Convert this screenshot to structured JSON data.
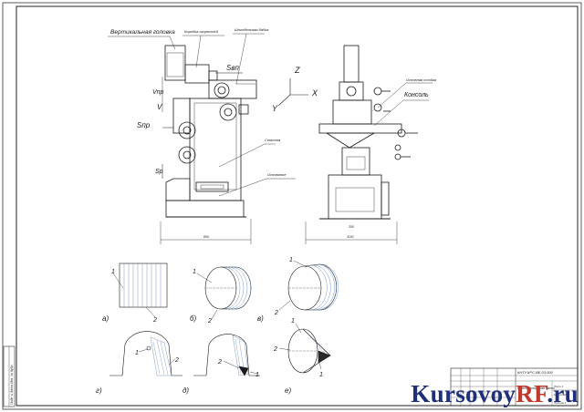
{
  "drawing": {
    "callouts": {
      "vertical_head": "Вертикальная головка",
      "gearbox": "Коробка скоростей",
      "vertical_spindle_head": "Шпиндельная бабка",
      "bed": "Станина",
      "base": "Основание",
      "guide_column": "Основная стойка",
      "console": "Консоль"
    },
    "motion_labels": {
      "s_top": "Sвп",
      "s_v": "Vпр",
      "v": "V",
      "s_side": "Sпр",
      "s_bottom": "Sр"
    },
    "axes": {
      "z": "Z",
      "x": "X",
      "y": "Y"
    },
    "dimensions": {
      "left_width": "860",
      "right_width": "1160",
      "right_small": "350"
    },
    "variant_labels": [
      "а)",
      "б)",
      "в)",
      "г)",
      "д)",
      "е)"
    ],
    "part_numbers": {
      "one": "1",
      "two": "2"
    },
    "title_block": {
      "code": "КНТУ.КРС.ВЕ.03.000",
      "subtitle": "Конструкторская часть",
      "sheet": "Лист 1",
      "sheet_count": "Листов 1",
      "scale": "Масштаб"
    },
    "side_stamp": "Подп. и дата   Инв. № дубл."
  },
  "watermark": {
    "part_a": "Kursovoy",
    "part_b": "RF",
    "part_c": ".ru"
  },
  "colors": {
    "line": "#1a1a1a",
    "watermark_blue": "#1f2f7a",
    "watermark_red": "#c0392b",
    "hatch": "#4a6ea9"
  }
}
